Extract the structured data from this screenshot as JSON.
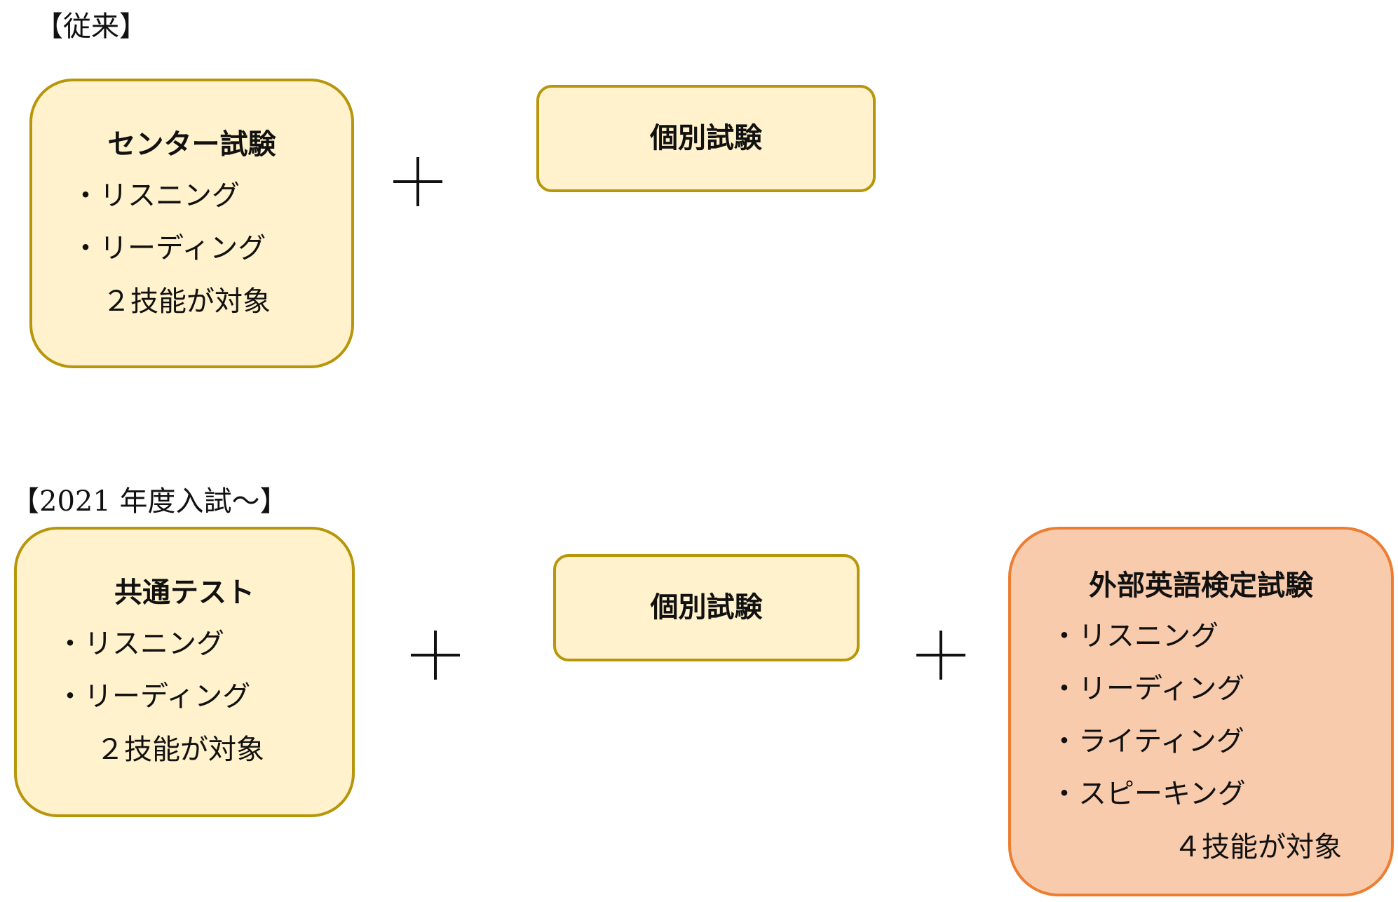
{
  "sections": {
    "before": {
      "label": "【従来】",
      "center_exam": {
        "title": "センター試験",
        "items": [
          "・リスニング",
          "・リーディング"
        ],
        "note": "２技能が対象"
      },
      "individual_exam": {
        "title": "個別試験"
      }
    },
    "after": {
      "label": "【2021 年度入試～】",
      "common_test": {
        "title": "共通テスト",
        "items": [
          "・リスニング",
          "・リーディング"
        ],
        "note": "２技能が対象"
      },
      "individual_exam": {
        "title": "個別試験"
      },
      "external_exam": {
        "title": "外部英語検定試験",
        "items": [
          "・リスニング",
          "・リーディング",
          "・ライティング",
          "・スピーキング"
        ],
        "note": "４技能が対象"
      }
    }
  },
  "operator": "+",
  "colors": {
    "yellow_fill": "#fff2cc",
    "yellow_border": "#b8960c",
    "orange_fill": "#f8cbad",
    "orange_border": "#ed7d31"
  }
}
